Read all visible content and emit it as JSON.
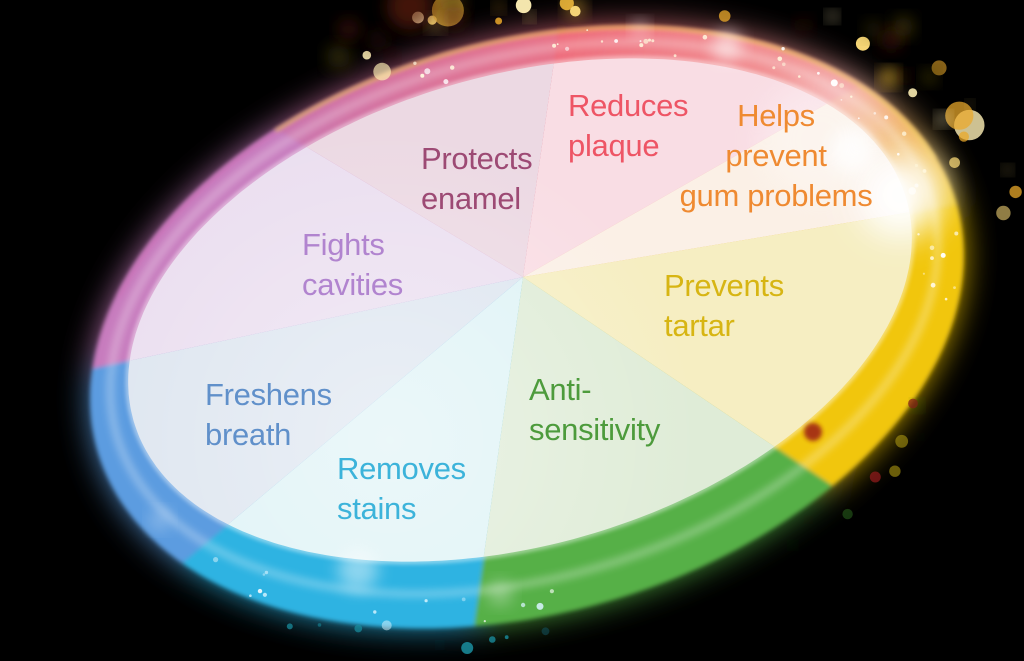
{
  "background_color": "#000000",
  "wheel": {
    "segments": [
      {
        "id": "reduces-plaque",
        "lines": [
          "Reduces",
          "plaque"
        ],
        "text_color": "#ee5565",
        "face_color": "#f9dde4",
        "rim_color": "#ee6b7a",
        "rim_color2": "#f3a19e"
      },
      {
        "id": "helps-prevent-gum-problems",
        "lines": [
          "Helps",
          "prevent",
          "gum problems"
        ],
        "text_color": "#ef8a31",
        "face_color": "#fbf0e6",
        "rim_color": "#f4ab9c",
        "rim_color2": "#f0cc2e"
      },
      {
        "id": "prevents-tartar",
        "lines": [
          "Prevents",
          "tartar"
        ],
        "text_color": "#d7b513",
        "face_color": "#f6eec2",
        "rim_color": "#f1c60f"
      },
      {
        "id": "anti-sensitivity",
        "lines": [
          "Anti-",
          "sensitivity"
        ],
        "text_color": "#4d9b3c",
        "face_color": "#dfecd7",
        "rim_color": "#56b046"
      },
      {
        "id": "removes-stains",
        "lines": [
          "Removes",
          "stains"
        ],
        "text_color": "#3cb3da",
        "face_color": "#dff3f6",
        "rim_color": "#2fb3e2"
      },
      {
        "id": "freshens-breath",
        "lines": [
          "Freshens",
          "breath"
        ],
        "text_color": "#6090ca",
        "face_color": "#dee6f0",
        "rim_color": "#5b9ce0"
      },
      {
        "id": "fights-cavities",
        "lines": [
          "Fights",
          "cavities"
        ],
        "text_color": "#b184cf",
        "face_color": "#ebdff0",
        "rim_color": "#c77bbe"
      },
      {
        "id": "protects-enamel",
        "lines": [
          "Protects",
          "enamel"
        ],
        "text_color": "#9d4a74",
        "face_color": "#ecd9e3",
        "rim_color": "#c973ae",
        "rim_color2": "#e87286"
      }
    ],
    "decor": {
      "sparkle_gold": "#f4bc3c",
      "sparkle_white": "#ffffff",
      "rim_inner_edge": "#ffffff",
      "gold_fringe": "#f2cf5a"
    }
  }
}
